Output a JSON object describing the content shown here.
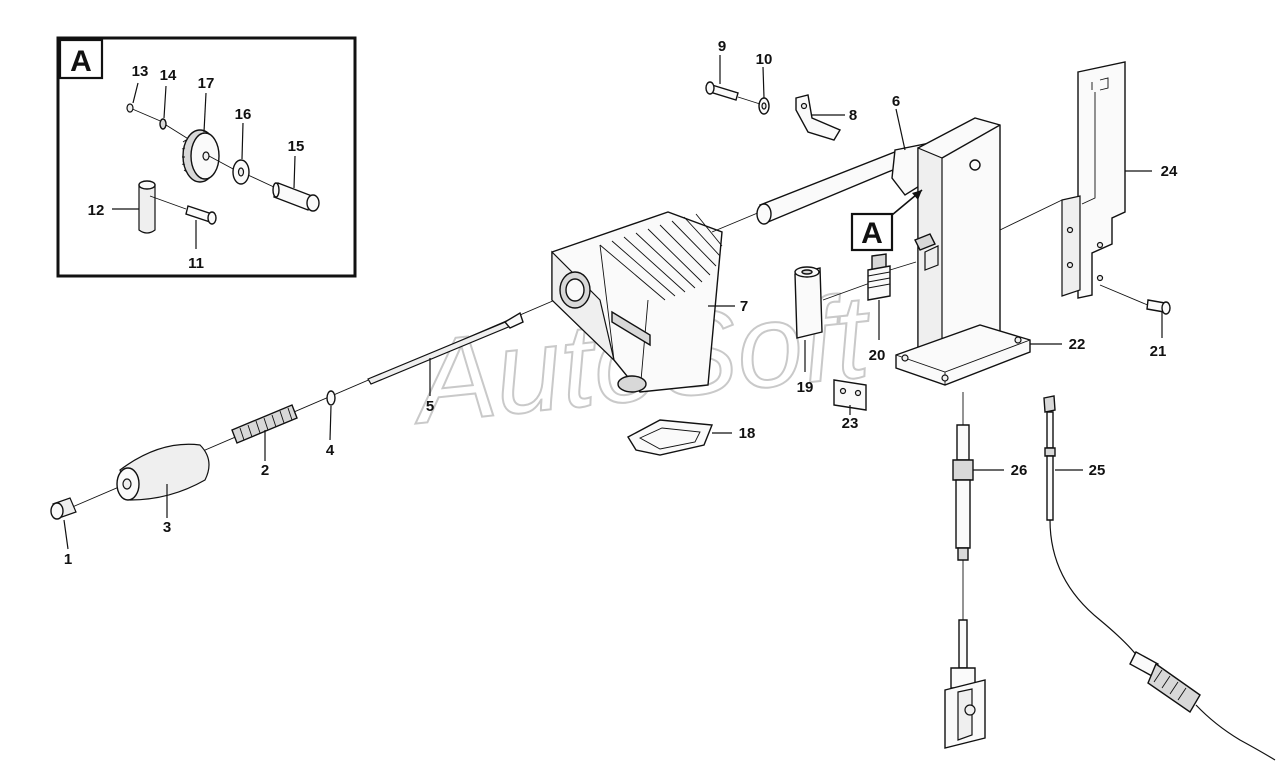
{
  "detail_view": {
    "label": "A"
  },
  "detail_callout": {
    "label": "A"
  },
  "watermark": "AutoSoft",
  "part_labels": {
    "p1": "1",
    "p2": "2",
    "p3": "3",
    "p4": "4",
    "p5": "5",
    "p6": "6",
    "p7": "7",
    "p8": "8",
    "p9": "9",
    "p10": "10",
    "p11": "11",
    "p12": "12",
    "p13": "13",
    "p14": "14",
    "p15": "15",
    "p16": "16",
    "p17": "17",
    "p18": "18",
    "p19": "19",
    "p20": "20",
    "p21": "21",
    "p22": "22",
    "p23": "23",
    "p24": "24",
    "p25": "25",
    "p26": "26"
  }
}
